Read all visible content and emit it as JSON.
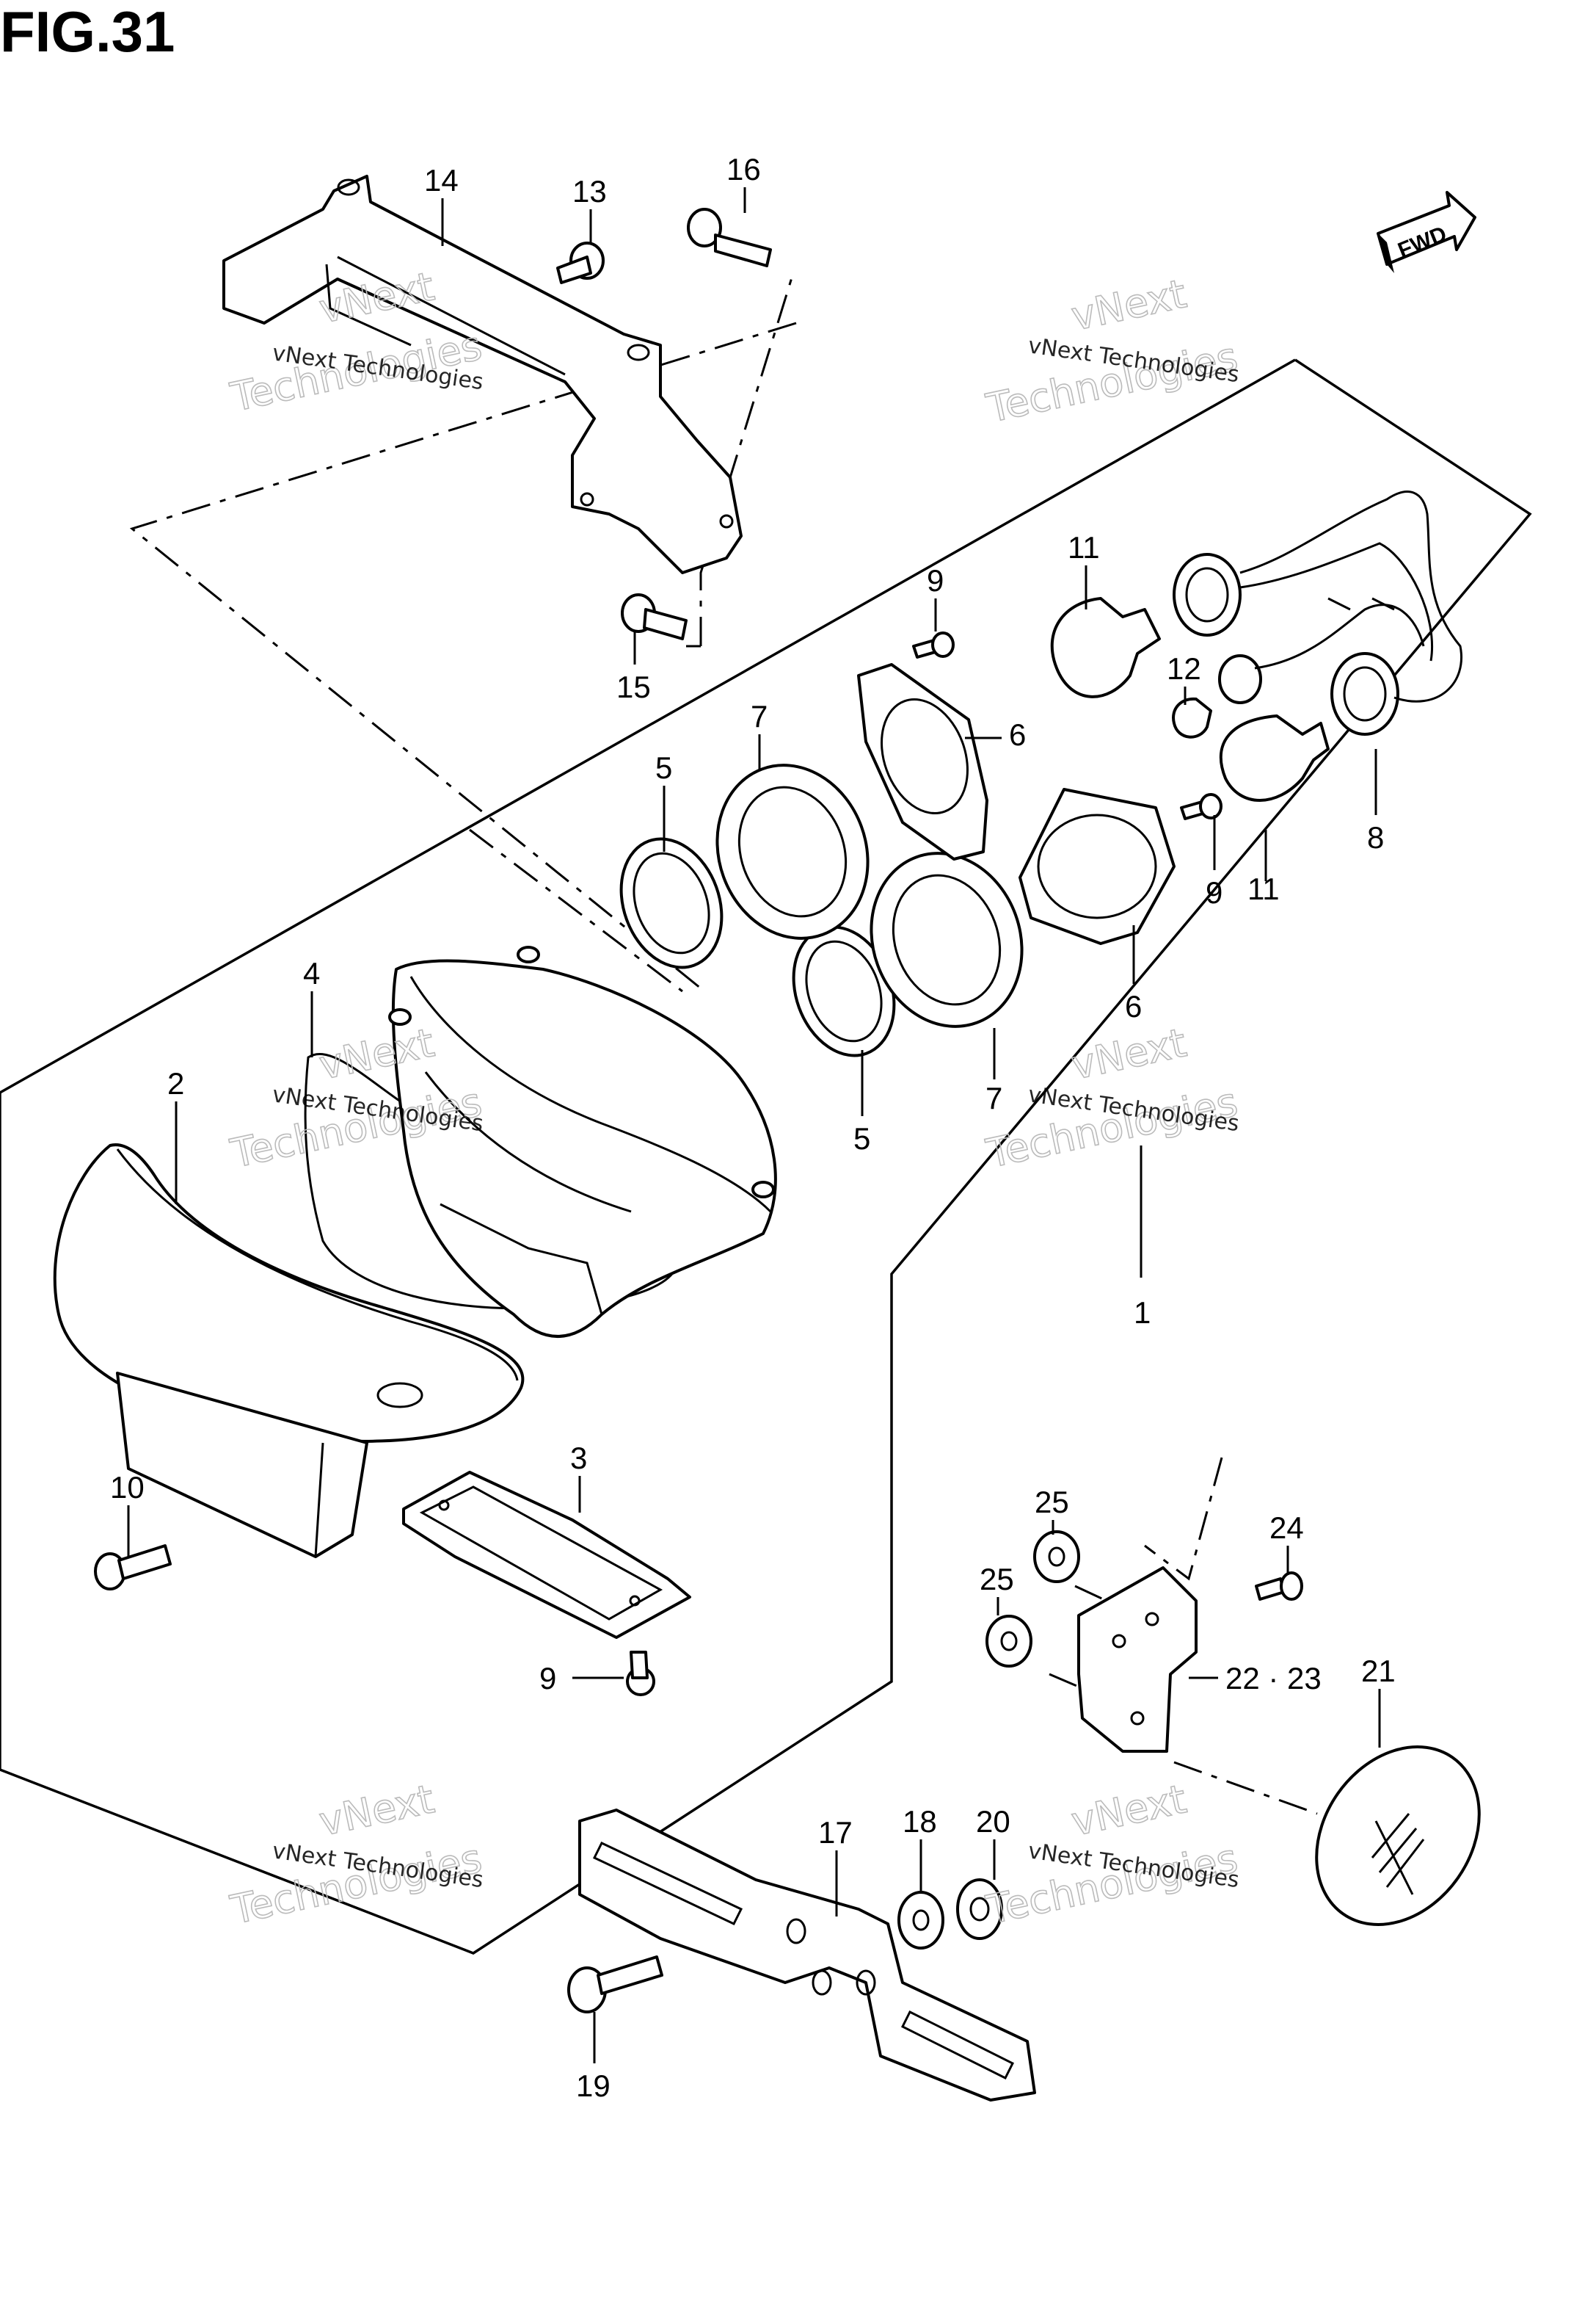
{
  "figure": {
    "title": "FIG.31",
    "fwd_label": "FWD"
  },
  "watermark": {
    "line1": "vNext Technologies",
    "line2": "vNext",
    "line3": "Technologies"
  },
  "callouts": {
    "c1": "1",
    "c2": "2",
    "c3": "3",
    "c4": "4",
    "c5a": "5",
    "c5b": "5",
    "c6a": "6",
    "c6b": "6",
    "c7a": "7",
    "c7b": "7",
    "c8": "8",
    "c9a": "9",
    "c9b": "9",
    "c9c": "9",
    "c10": "10",
    "c11a": "11",
    "c11b": "11",
    "c12": "12",
    "c13": "13",
    "c14": "14",
    "c15": "15",
    "c16": "16",
    "c17": "17",
    "c18": "18",
    "c19": "19",
    "c20": "20",
    "c21": "21",
    "c22_23": "22 · 23",
    "c24": "24",
    "c25a": "25",
    "c25b": "25"
  }
}
